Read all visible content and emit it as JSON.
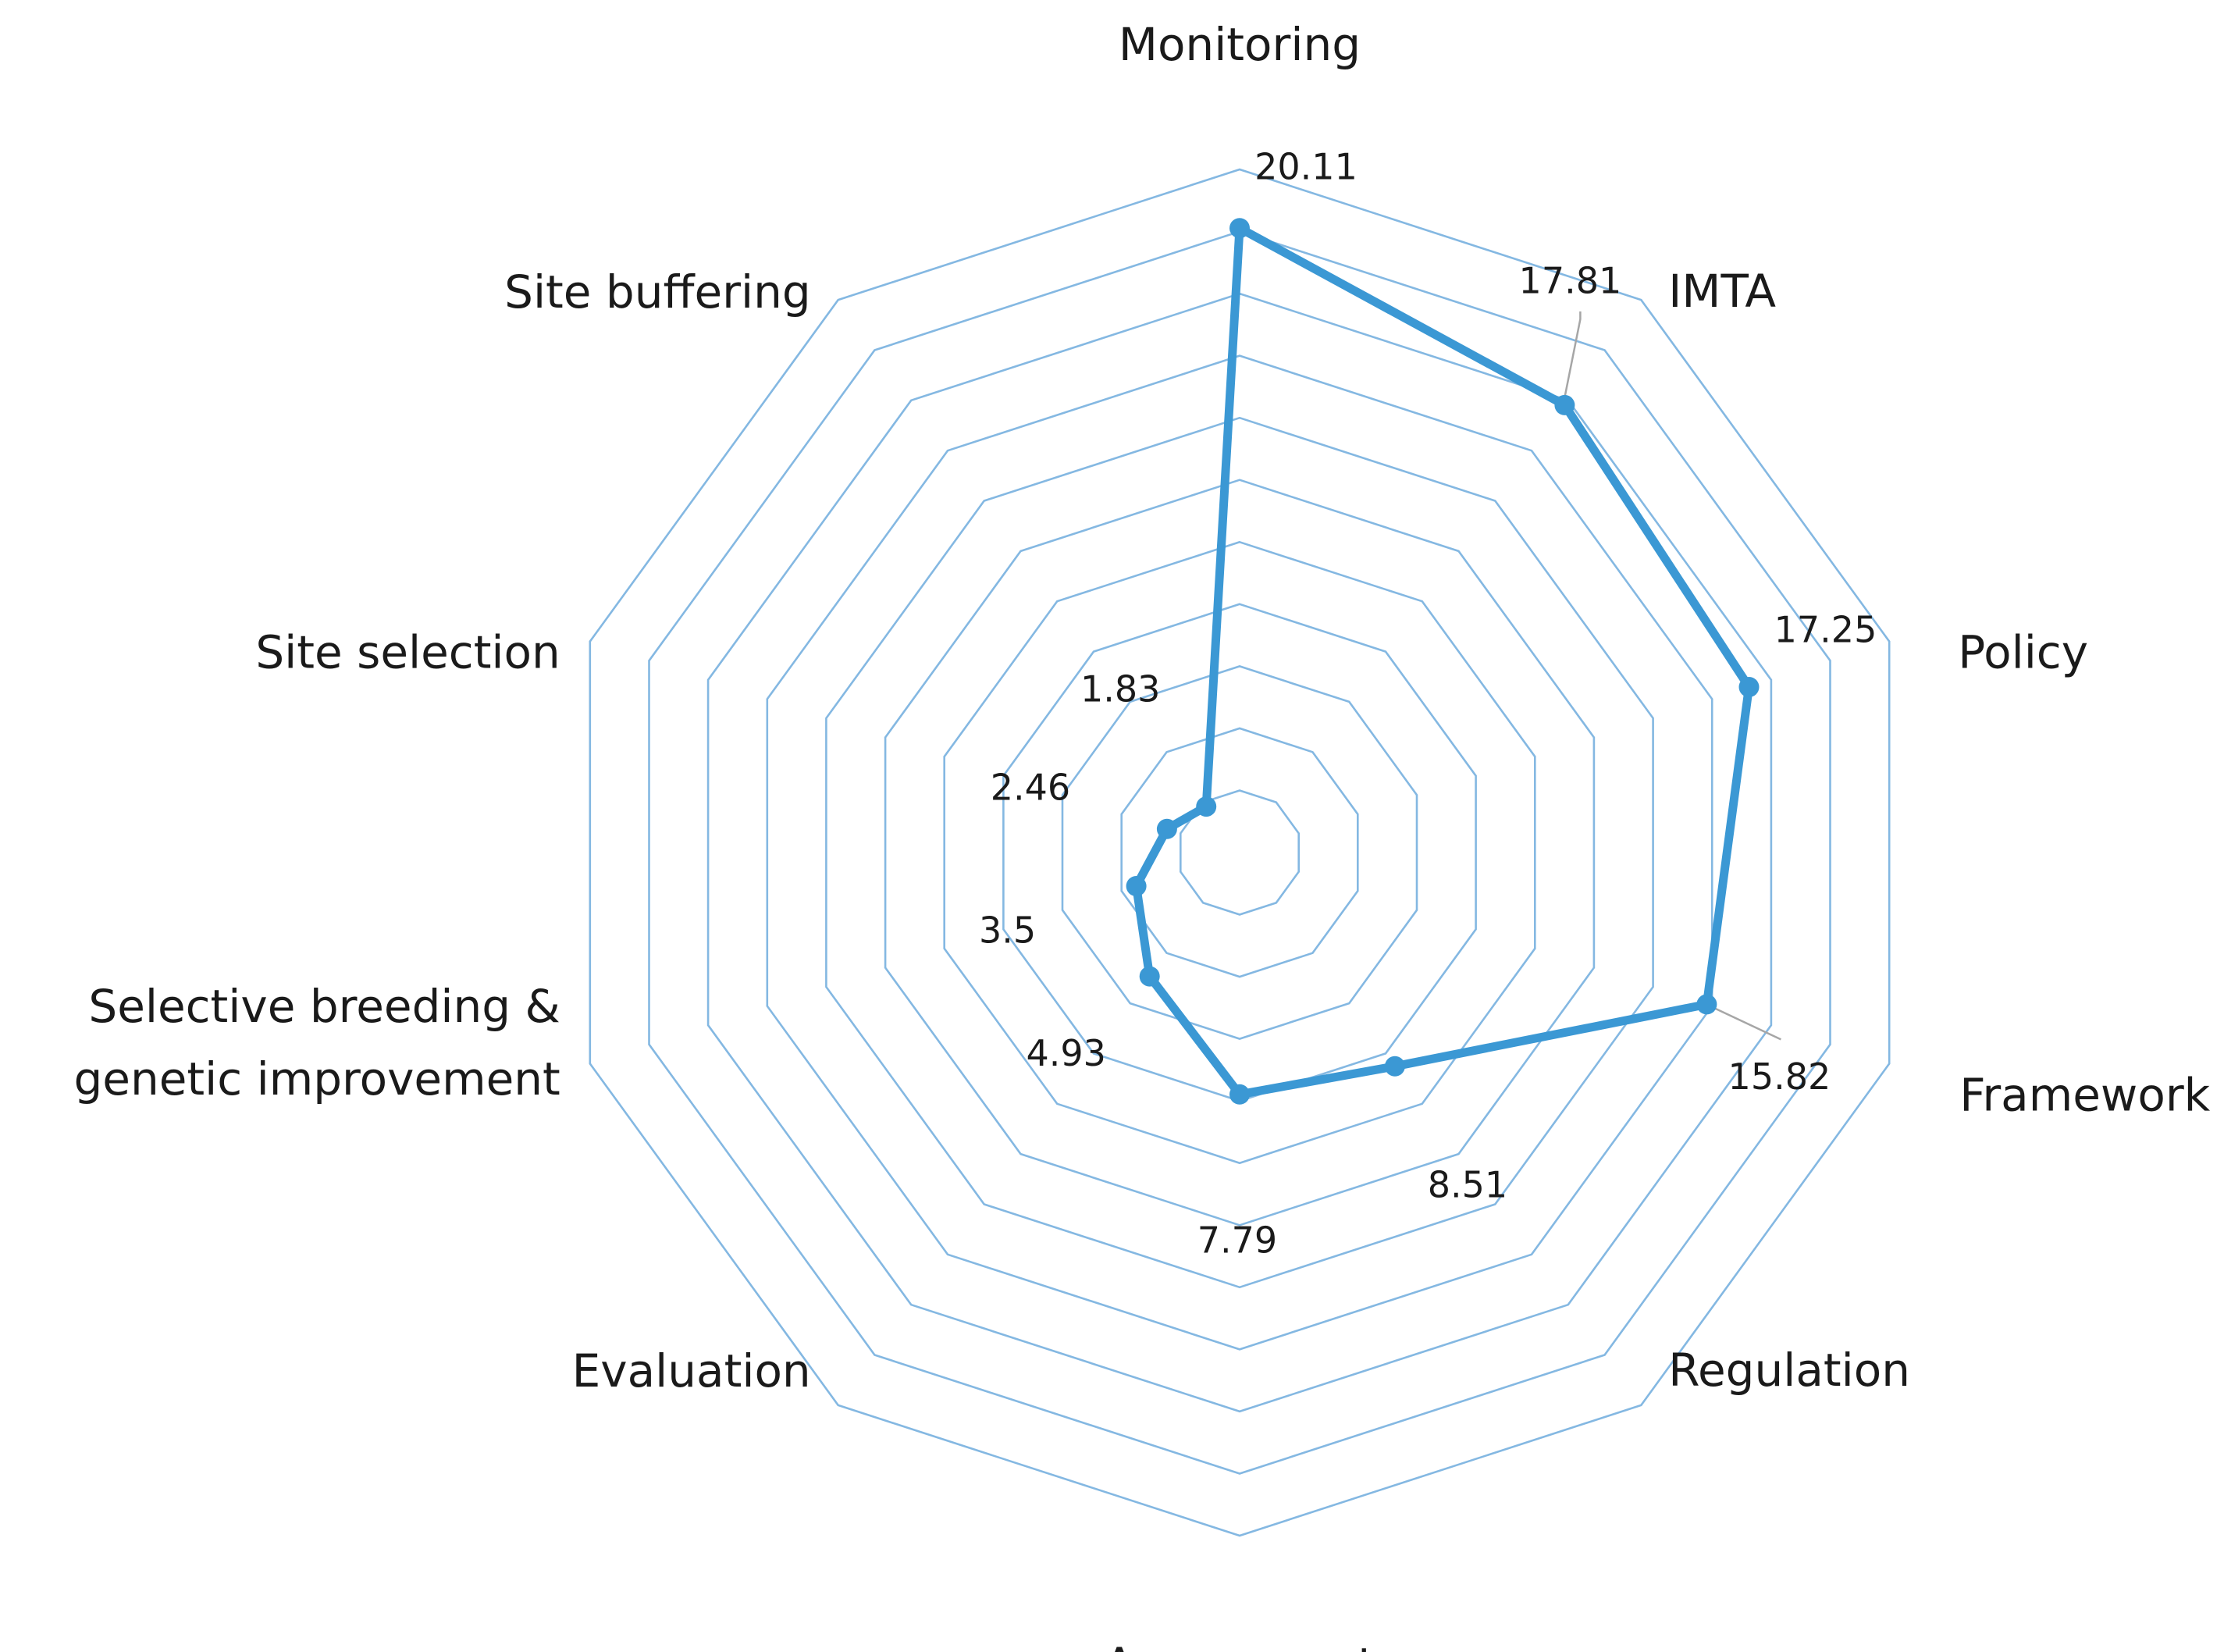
{
  "chart_data": {
    "type": "radar",
    "title": "",
    "categories": [
      "Monitoring",
      "IMTA",
      "Policy",
      "Framework",
      "Regulation",
      "Assessment",
      "Evaluation",
      "Selective breeding & genetic improvement",
      "Site selection",
      "Site buffering"
    ],
    "category_lines": [
      [
        "Monitoring"
      ],
      [
        "IMTA"
      ],
      [
        "Policy"
      ],
      [
        "Framework"
      ],
      [
        "Regulation"
      ],
      [
        "Assessment"
      ],
      [
        "Evaluation"
      ],
      [
        "Selective breeding &",
        "genetic improvement"
      ],
      [
        "Site selection"
      ],
      [
        "Site buffering"
      ]
    ],
    "series": [
      {
        "values": [
          20.11,
          17.81,
          17.25,
          15.82,
          8.51,
          7.79,
          4.93,
          3.5,
          2.46,
          1.83
        ],
        "data_labels": [
          "20.11",
          "17.81",
          "17.25",
          "15.82",
          "8.51",
          "7.79",
          "4.93",
          "3.5",
          "2.46",
          "1.83"
        ],
        "color": "#3b98d4"
      }
    ],
    "rlim": [
      0,
      22
    ],
    "grid_rings": 11,
    "grid_color": "#84b8e2",
    "leader_color": "#a6a6a6",
    "legend": "none"
  }
}
